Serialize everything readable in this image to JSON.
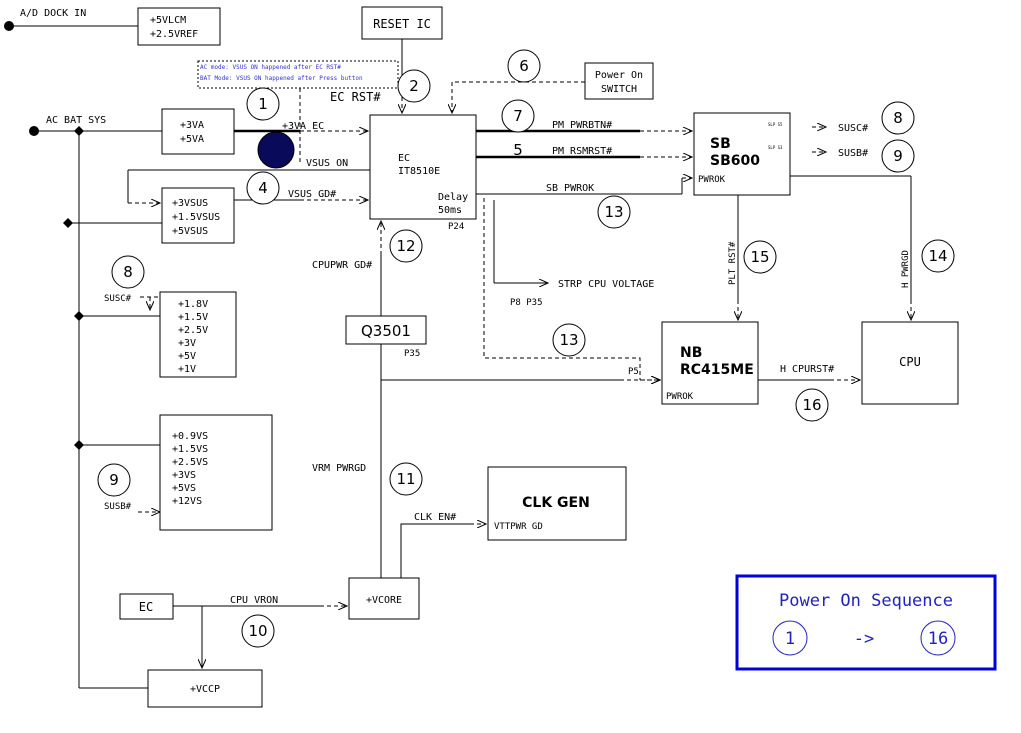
{
  "labels": {
    "ad_dock_in": "A/D DOCK IN",
    "ac_bat_sys": "AC BAT SYS",
    "vlcm": "+5VLCM",
    "vref": "+2.5VREF",
    "reset_ic": "RESET IC",
    "ec_rst": "EC RST#",
    "note_ac": "AC mode: VSUS ON happened after EC RST#",
    "note_bat": "BAT Mode: VSUS ON happened after Press button",
    "power_on_switch_l1": "Power On",
    "power_on_switch_l2": "SWITCH",
    "va3": "+3VA",
    "va5": "+5VA",
    "va_ec": "+3VA EC",
    "vsus_on": "VSUS ON",
    "vsus_gd": "VSUS GD#",
    "vsus3": "+3VSUS",
    "vsus15": "+1.5VSUS",
    "vsus5": "+5VSUS",
    "ec_l1": "EC",
    "ec_l2": "IT8510E",
    "delay": "Delay",
    "delay_val": "50ms",
    "p24": "P24",
    "pm_pwrbtn": "PM PWRBTN#",
    "pm_rsmrst": "PM RSMRST#",
    "sb_pwrok": "SB PWROK",
    "sb_l1": "SB",
    "sb_l2": "SB600",
    "sb_pwrok_pin": "PWROK",
    "slp_s5": "SLP S5",
    "slp_s3": "SLP S3",
    "susc": "SUSC#",
    "susb": "SUSB#",
    "cpupwr_gd": "CPUPWR GD#",
    "strp_cpu_voltage": "STRP CPU VOLTAGE",
    "p8_p35": "P8 P35",
    "q3501": "Q3501",
    "p35": "P35",
    "p5": "P5",
    "plt_rst": "PLT RST#",
    "h_pwrgd": "H PWRGD",
    "nb_l1": "NB",
    "nb_l2": "RC415ME",
    "nb_pwrok": "PWROK",
    "h_cpurst": "H CPURST#",
    "cpu": "CPU",
    "susc_left": "SUSC#",
    "susb_left": "SUSB#",
    "v18": "+1.8V",
    "v15": "+1.5V",
    "v25": "+2.5V",
    "v3": "+3V",
    "v5": "+5V",
    "v1": "+1V",
    "vs09": "+0.9VS",
    "vs15": "+1.5VS",
    "vs25": "+2.5VS",
    "vs3": "+3VS",
    "vs5": "+5VS",
    "vs12": "+12VS",
    "vrm_pwrgd": "VRM PWRGD",
    "clk_en": "CLK EN#",
    "clk_gen": "CLK GEN",
    "vttpwr_gd": "VTTPWR GD",
    "vcore": "+VCORE",
    "ec_small": "EC",
    "cpu_vron": "CPU VRON",
    "vccp": "+VCCP"
  },
  "steps": {
    "s1": "1",
    "s2": "2",
    "s4": "4",
    "s5": "5",
    "s6": "6",
    "s7": "7",
    "s8": "8",
    "s9": "9",
    "s8b": "8",
    "s9b": "9",
    "s10": "10",
    "s11": "11",
    "s12": "12",
    "s13a": "13",
    "s13b": "13",
    "s14": "14",
    "s15": "15",
    "s16": "16"
  },
  "legend": {
    "title": "Power On Sequence",
    "from": "1",
    "arrow": "->",
    "to": "16"
  },
  "colors": {
    "legend_border": "#0000dd",
    "legend_text": "#2222bb",
    "note_text": "#3333cc",
    "dot_fill": "#0a0a5a"
  }
}
